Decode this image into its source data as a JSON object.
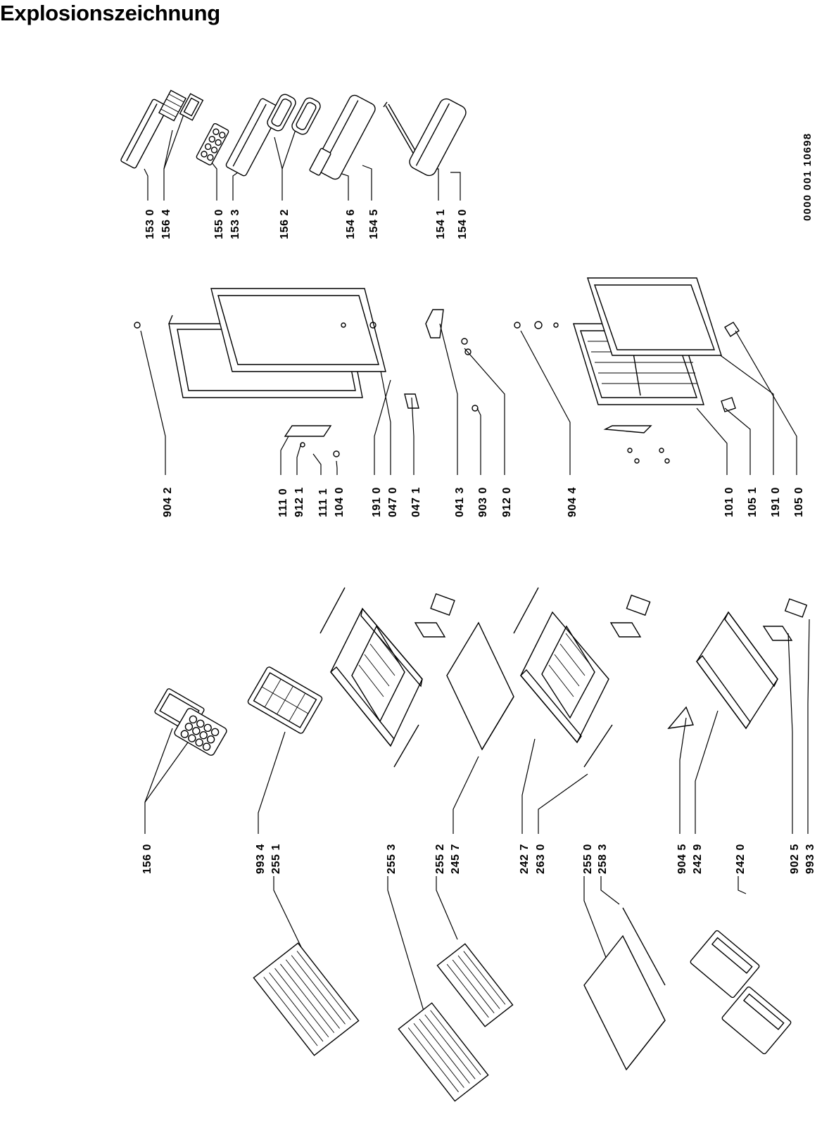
{
  "title": "Explosionszeichnung",
  "document_ref": "0000 001 10698",
  "labels": [
    "156 0",
    "993 4",
    "255 1",
    "255 3",
    "255 2",
    "245 7",
    "242 7",
    "263 0",
    "255 0",
    "258 3",
    "904 5",
    "242 9",
    "242 0",
    "902 5",
    "993 3",
    "904 2",
    "111 0",
    "912 1",
    "111 1",
    "104 0",
    "191 0",
    "047 0",
    "047 1",
    "041 3",
    "903 0",
    "912 0",
    "904 4",
    "101 0",
    "105 1",
    "191 0",
    "105 0",
    "153 0",
    "156 4",
    "155 0",
    "153 3",
    "156 2",
    "154 6",
    "154 5",
    "154 1",
    "154 0"
  ]
}
